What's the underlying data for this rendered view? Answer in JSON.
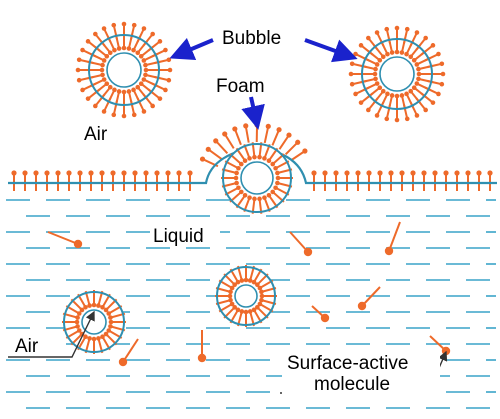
{
  "labels": {
    "bubble": "Bubble",
    "foam": "Foam",
    "air_top": "Air",
    "liquid": "Liquid",
    "air_bottom": "Air",
    "surfactant_line1": "Surface-active",
    "surfactant_line2": "molecule"
  },
  "colors": {
    "surfactant": "#ee6a2a",
    "film": "#2f8fb0",
    "liquid_dash": "#3aa3c8",
    "pointer": "#1a22cc",
    "leader": "#333333"
  }
}
